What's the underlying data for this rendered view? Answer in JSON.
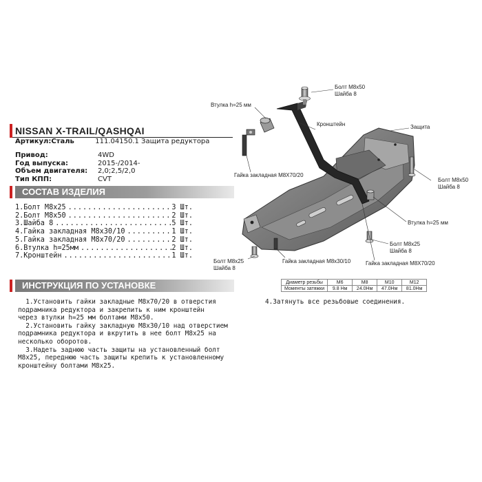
{
  "title": "NISSAN X-TRAIL/QASHQAI",
  "article": {
    "label": "Артикул:Сталь",
    "value": "111.04150.1 Защита редуктора"
  },
  "specs": [
    {
      "key": "Привод:",
      "value": "4WD"
    },
    {
      "key": "Год выпуска:",
      "value": "2015-/2014-"
    },
    {
      "key": "Объем двигателя:",
      "value": "2,0;2,5/2,0"
    },
    {
      "key": "Тип КПП:",
      "value": "CVT"
    }
  ],
  "composition_header": "СОСТАВ ИЗДЕЛИЯ",
  "parts": [
    {
      "name": "1.Болт M8x25",
      "qty": "3 Шт."
    },
    {
      "name": "2.Болт M8x50",
      "qty": "2 Шт."
    },
    {
      "name": "3.Шайба 8",
      "qty": "5 Шт."
    },
    {
      "name": "4.Гайка закладная M8x30/10",
      "qty": "1 Шт."
    },
    {
      "name": "5.Гайка закладная M8x70/20",
      "qty": "2 Шт."
    },
    {
      "name": "6.Втулка h=25мм",
      "qty": "2 Шт."
    },
    {
      "name": "7.Кронштейн",
      "qty": "1 Шт."
    }
  ],
  "instructions_header": "ИНСТРУКЦИЯ ПО УСТАНОВКЕ",
  "instructions": [
    "  1.Установить гайки закладные M8x70/20 в отверстия\nподрамника редуктора и закрепить к ним кронштейн\nчерез втулки h=25 мм болтами M8x50.",
    "  2.Установить гайку закладную M8x30/10 над отверстием\nподрамника редуктора и вкрутить в нее болт M8x25 на\nнесколько оборотов.",
    "  3.Надеть заднюю часть защиты на установленный болт\nM8x25, переднюю часть защиты крепить к установленному\nкронштейну болтами M8x25."
  ],
  "instruction_4": "4.Затянуть все резьбовые соединения.",
  "torque_table": {
    "headers": [
      "Диаметр резьбы",
      "M6",
      "M8",
      "M10",
      "M12"
    ],
    "values": [
      "Моменты затяжки",
      "9.8 Нм",
      "24.0Нм",
      "47.0Нм",
      "81.0Нм"
    ]
  },
  "callouts": {
    "bolt_m8x50_top": "Болт M8x50\nШайба 8",
    "bushing_top": "Втулка h=25 мм",
    "bracket": "Кронштейн",
    "guard": "Защита",
    "nut_m8x70_left": "Гайка закладная M8X70/20",
    "bolt_m8x50_right": "Болт M8x50\nШайба 8",
    "bushing_right": "Втулка h=25 мм",
    "bolt_m8x25_right": "Болт M8x25\nШайба 8",
    "bolt_m8x25_left": "Болт M8x25\nШайба 8",
    "nut_m8x30": "Гайка закладная M8x30/10",
    "nut_m8x70_bottom": "Гайка закладная M8X70/20"
  },
  "colors": {
    "accent_red": "#cc2222",
    "banner_gray": "#8a8a8a",
    "metal_dark": "#6e6e6e",
    "metal_light": "#b8b8b8"
  }
}
